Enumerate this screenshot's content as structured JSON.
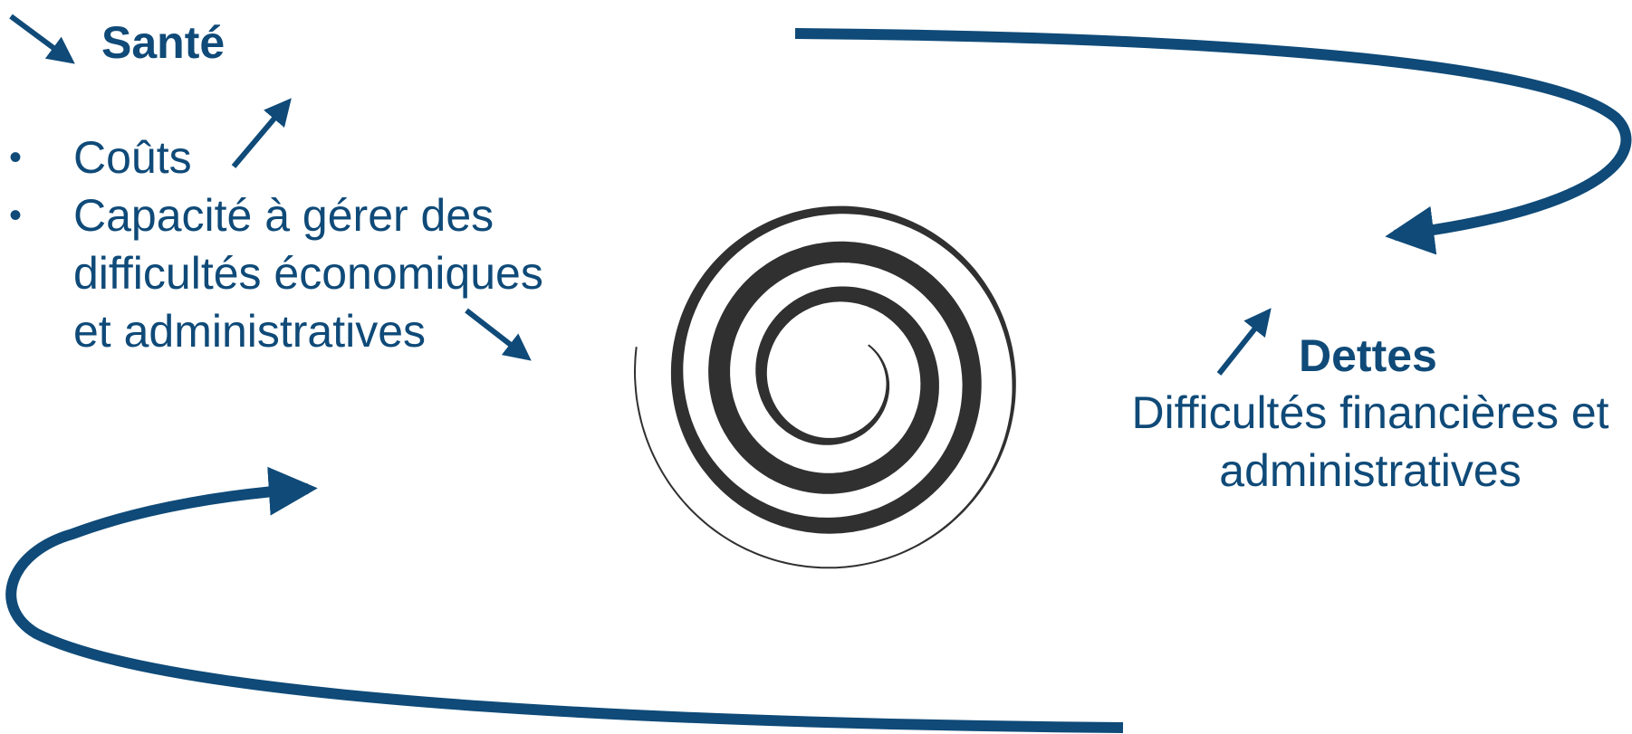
{
  "sante": {
    "title": "Santé",
    "bullets": [
      {
        "marker": "•",
        "lines": [
          "Coûts"
        ]
      },
      {
        "marker": "•",
        "lines": [
          "Capacité à gérer des",
          "difficultés économiques",
          "et administratives"
        ]
      }
    ]
  },
  "dettes": {
    "title": "Dettes",
    "subtitle_lines": [
      "Difficultés financières et",
      "administratives"
    ]
  },
  "colors": {
    "accent": "#0f4a78",
    "spiral": "#303030"
  }
}
